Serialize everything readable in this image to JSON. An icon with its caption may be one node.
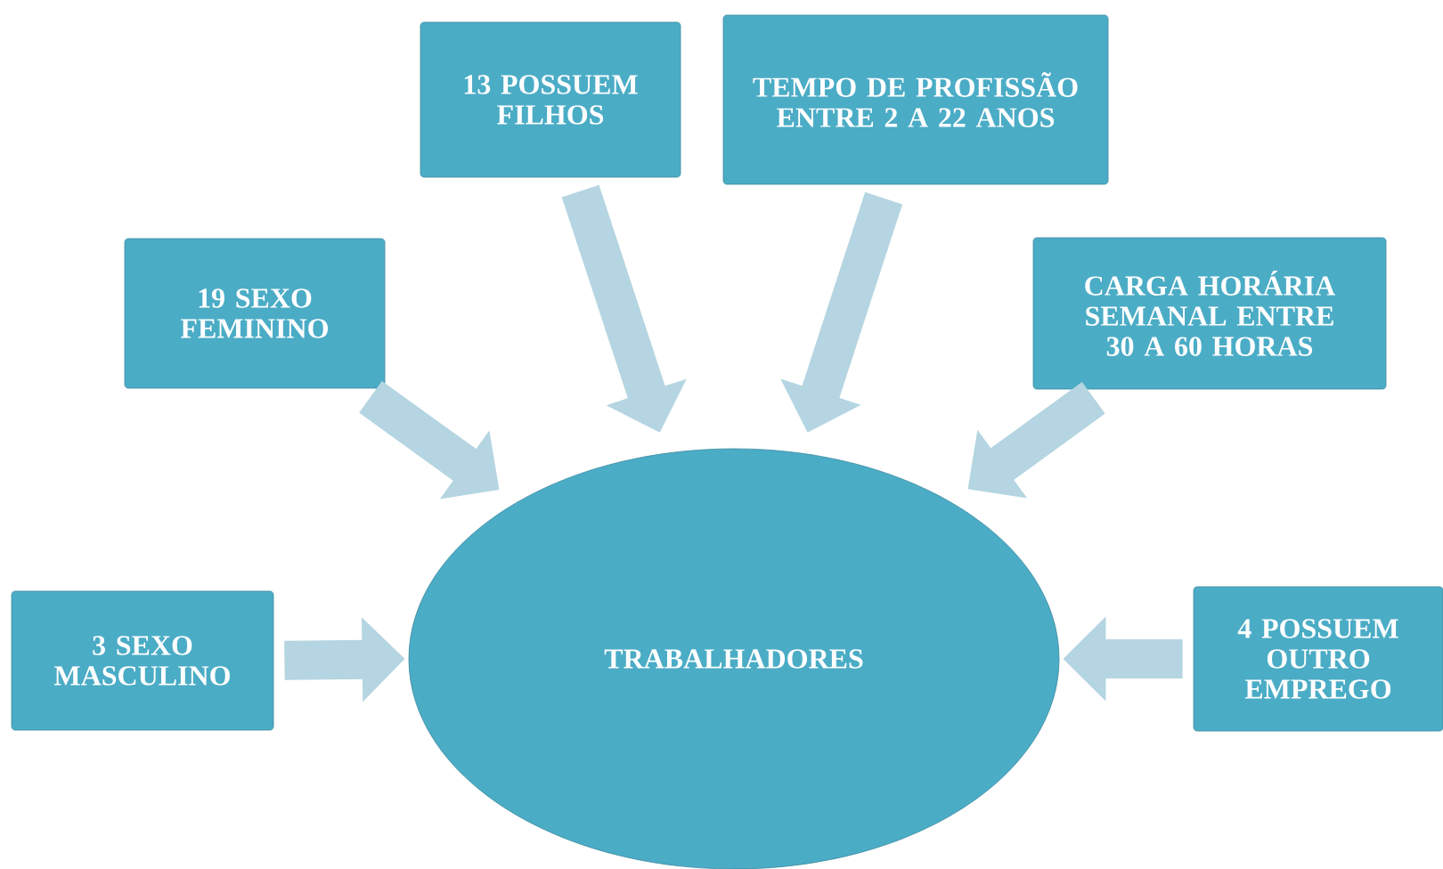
{
  "diagram": {
    "nodes": [
      {
        "text": [
          "13 POSSUEM FILHOS"
        ]
      },
      {
        "text": [
          "TEMPO DE PROFISSÃO ENTRE 2 A 22 ANOS"
        ]
      },
      {
        "text": [
          "19 SEXO FEMININO"
        ]
      },
      {
        "text": [
          "CARGA HORÁRIA SEMANAL ENTRE 30 A 60 HORAS"
        ]
      },
      {
        "text": [
          "3 SEXO MASCULINO"
        ]
      },
      {
        "text": [
          "TRABALHADORES"
        ]
      },
      {
        "text": [
          "4 POSSUEM OUTRO EMPREGO"
        ]
      }
    ],
    "edges": [
      {
        "from": 0,
        "to": 5,
        "arrow": "to"
      },
      {
        "from": 1,
        "to": 5,
        "arrow": "to"
      },
      {
        "from": 2,
        "to": 5,
        "arrow": "to"
      },
      {
        "from": 3,
        "to": 5,
        "arrow": "to"
      },
      {
        "from": 4,
        "to": 5,
        "arrow": "to"
      },
      {
        "from": 6,
        "to": 5,
        "arrow": "to"
      }
    ]
  }
}
